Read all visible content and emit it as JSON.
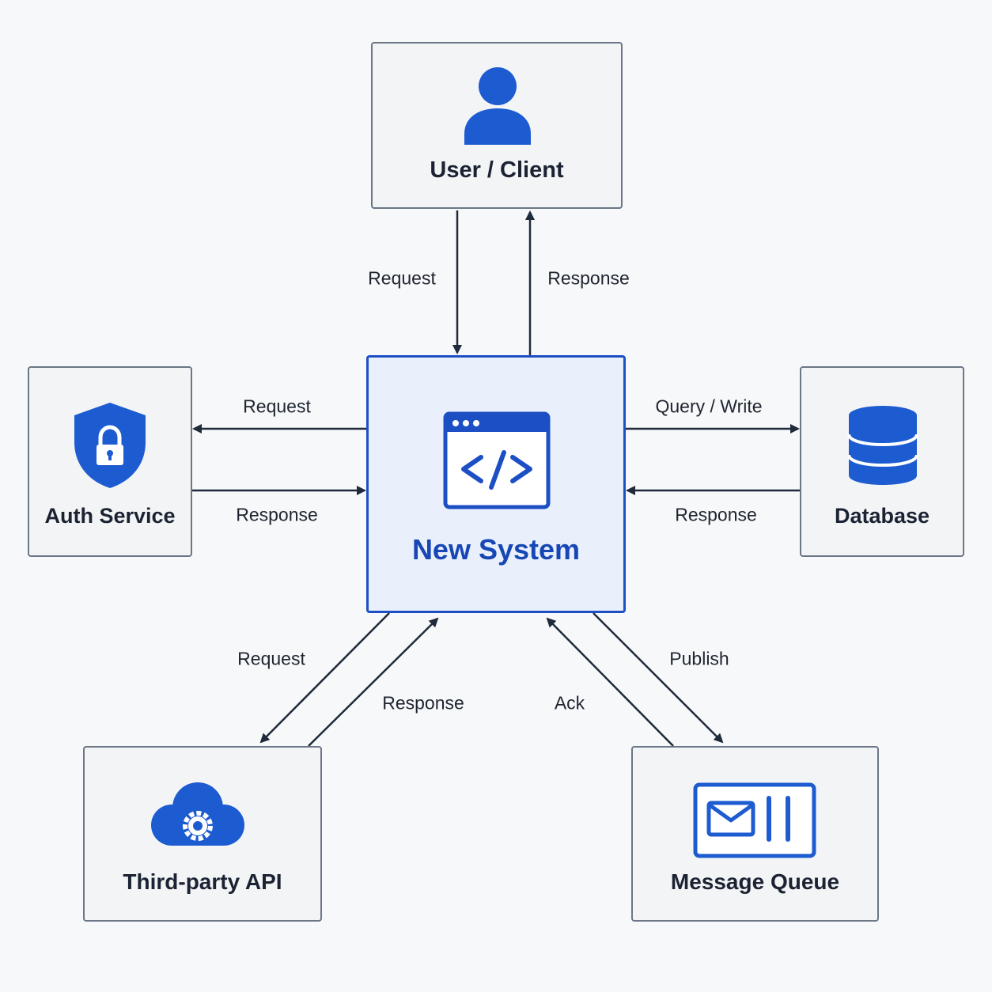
{
  "colors": {
    "accent": "#1d5bd1",
    "central_border": "#1d4fc4",
    "node_border": "#6b7686",
    "arrow": "#1f2a3a"
  },
  "nodes": {
    "user_client": {
      "label": "User / Client",
      "icon": "user-icon"
    },
    "auth_service": {
      "label": "Auth Service",
      "icon": "shield-lock-icon"
    },
    "new_system": {
      "label": "New System",
      "icon": "code-window-icon"
    },
    "database": {
      "label": "Database",
      "icon": "database-icon"
    },
    "third_party_api": {
      "label": "Third-party API",
      "icon": "cloud-gear-icon"
    },
    "message_queue": {
      "label": "Message Queue",
      "icon": "mail-queue-icon"
    }
  },
  "edges": {
    "user_request": "Request",
    "user_response": "Response",
    "auth_request": "Request",
    "auth_response": "Response",
    "db_query": "Query / Write",
    "db_response": "Response",
    "api_request": "Request",
    "api_response": "Response",
    "mq_publish": "Publish",
    "mq_ack": "Ack"
  }
}
